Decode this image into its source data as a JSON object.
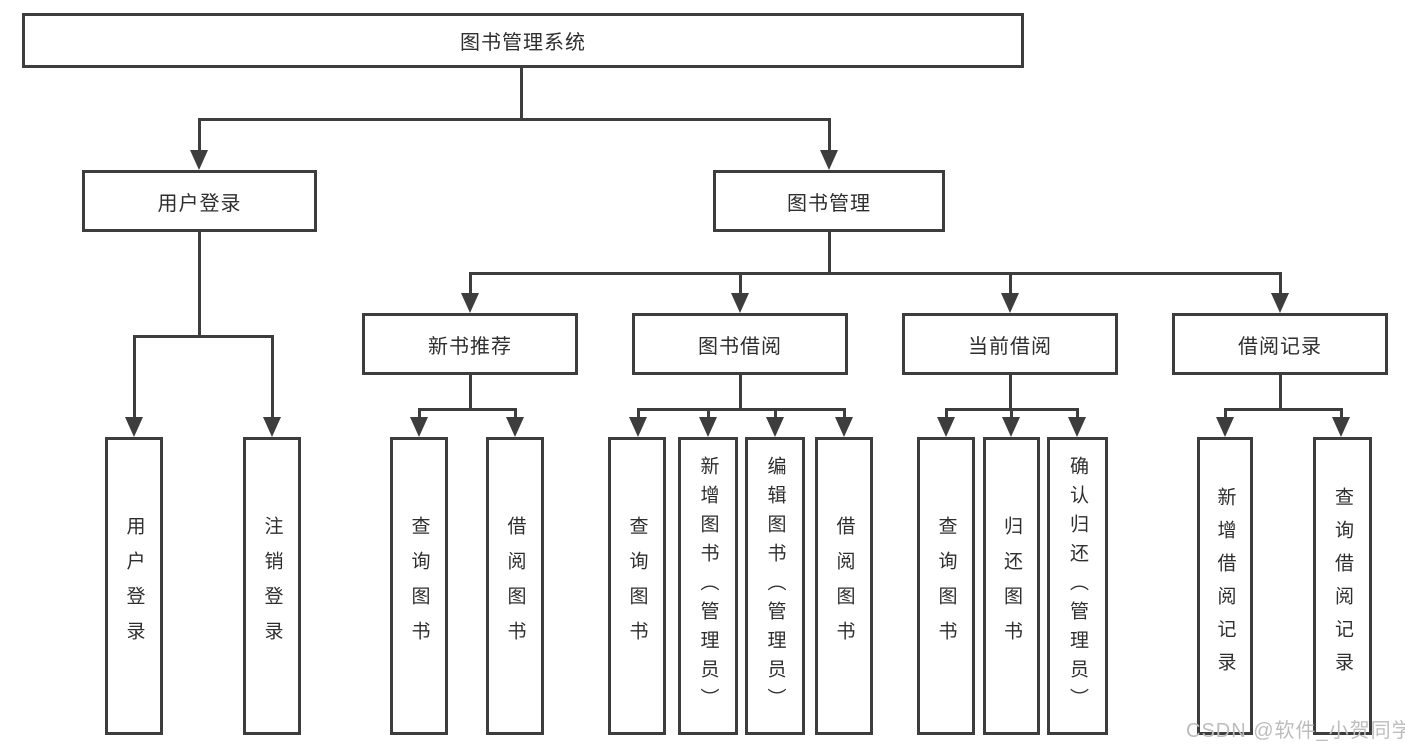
{
  "nodes": {
    "root": "图书管理系统",
    "user_login": "用户登录",
    "book_mgmt": "图书管理",
    "new_book": "新书推荐",
    "book_borrow": "图书借阅",
    "current_borrow": "当前借阅",
    "borrow_records": "借阅记录",
    "leaf_user_login": "用户登录",
    "leaf_logout": "注销登录",
    "leaf_nb_query": "查询图书",
    "leaf_nb_borrow": "借阅图书",
    "leaf_bb_query": "查询图书",
    "leaf_bb_add": "新增图书（管理员）",
    "leaf_bb_edit": "编辑图书（管理员）",
    "leaf_bb_borrow": "借阅图书",
    "leaf_cb_query": "查询图书",
    "leaf_cb_return": "归还图书",
    "leaf_cb_confirm": "确认归还（管理员）",
    "leaf_br_add": "新增借阅记录",
    "leaf_br_query": "查询借阅记录"
  },
  "watermark": "CSDN @软件_小贺同学",
  "colors": {
    "line": "#3d3d3d",
    "text": "#2e2e2e",
    "watermark": "#bdbdbd",
    "background": "#ffffff"
  }
}
